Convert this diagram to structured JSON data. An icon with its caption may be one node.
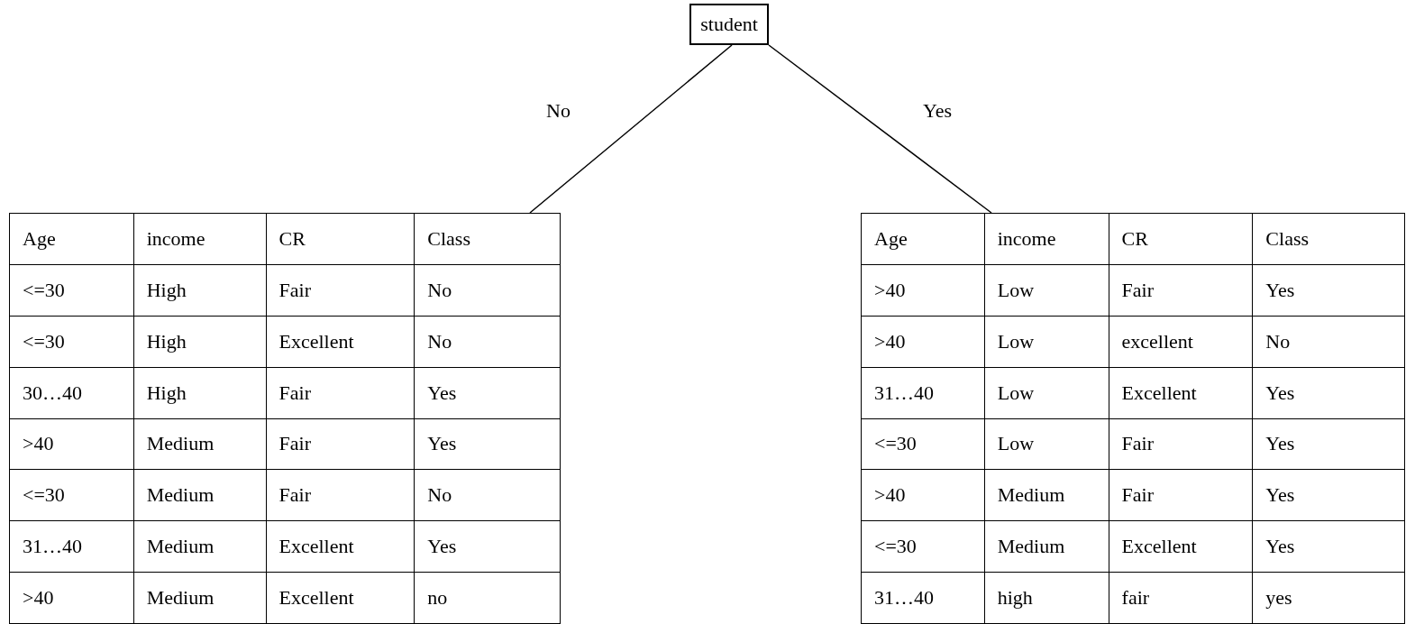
{
  "diagram": {
    "nodes": [
      {
        "text": [
          "student"
        ]
      },
      {
        "text": [
          "Age",
          "income",
          "CR",
          "Class",
          "<=30",
          "High",
          "Fair",
          "No",
          "<=30",
          "High",
          "Excellent",
          "No",
          "30…40",
          "High",
          "Fair",
          "Yes",
          ">40",
          "Medium",
          "Fair",
          "Yes",
          "<=30",
          "Medium",
          "Fair",
          "No",
          "31…40",
          "Medium",
          "Excellent",
          "Yes",
          ">40",
          "Medium",
          "Excellent",
          "no"
        ]
      },
      {
        "text": [
          "Age",
          "income",
          "CR",
          "Class",
          ">40",
          "Low",
          "Fair",
          "Yes",
          ">40",
          "Low",
          "excellent",
          "No",
          "31…40",
          "Low",
          "Excellent",
          "Yes",
          "<=30",
          "Low",
          "Fair",
          "Yes",
          ">40",
          "Medium",
          "Fair",
          "Yes",
          "<=30",
          "Medium",
          "Excellent",
          "Yes",
          "31…40",
          "high",
          "fair",
          "yes"
        ]
      }
    ],
    "edges": [
      {
        "from": 0,
        "to": 1,
        "arrow": "none",
        "label": "No"
      },
      {
        "from": 0,
        "to": 2,
        "arrow": "none",
        "label": "Yes"
      }
    ]
  }
}
